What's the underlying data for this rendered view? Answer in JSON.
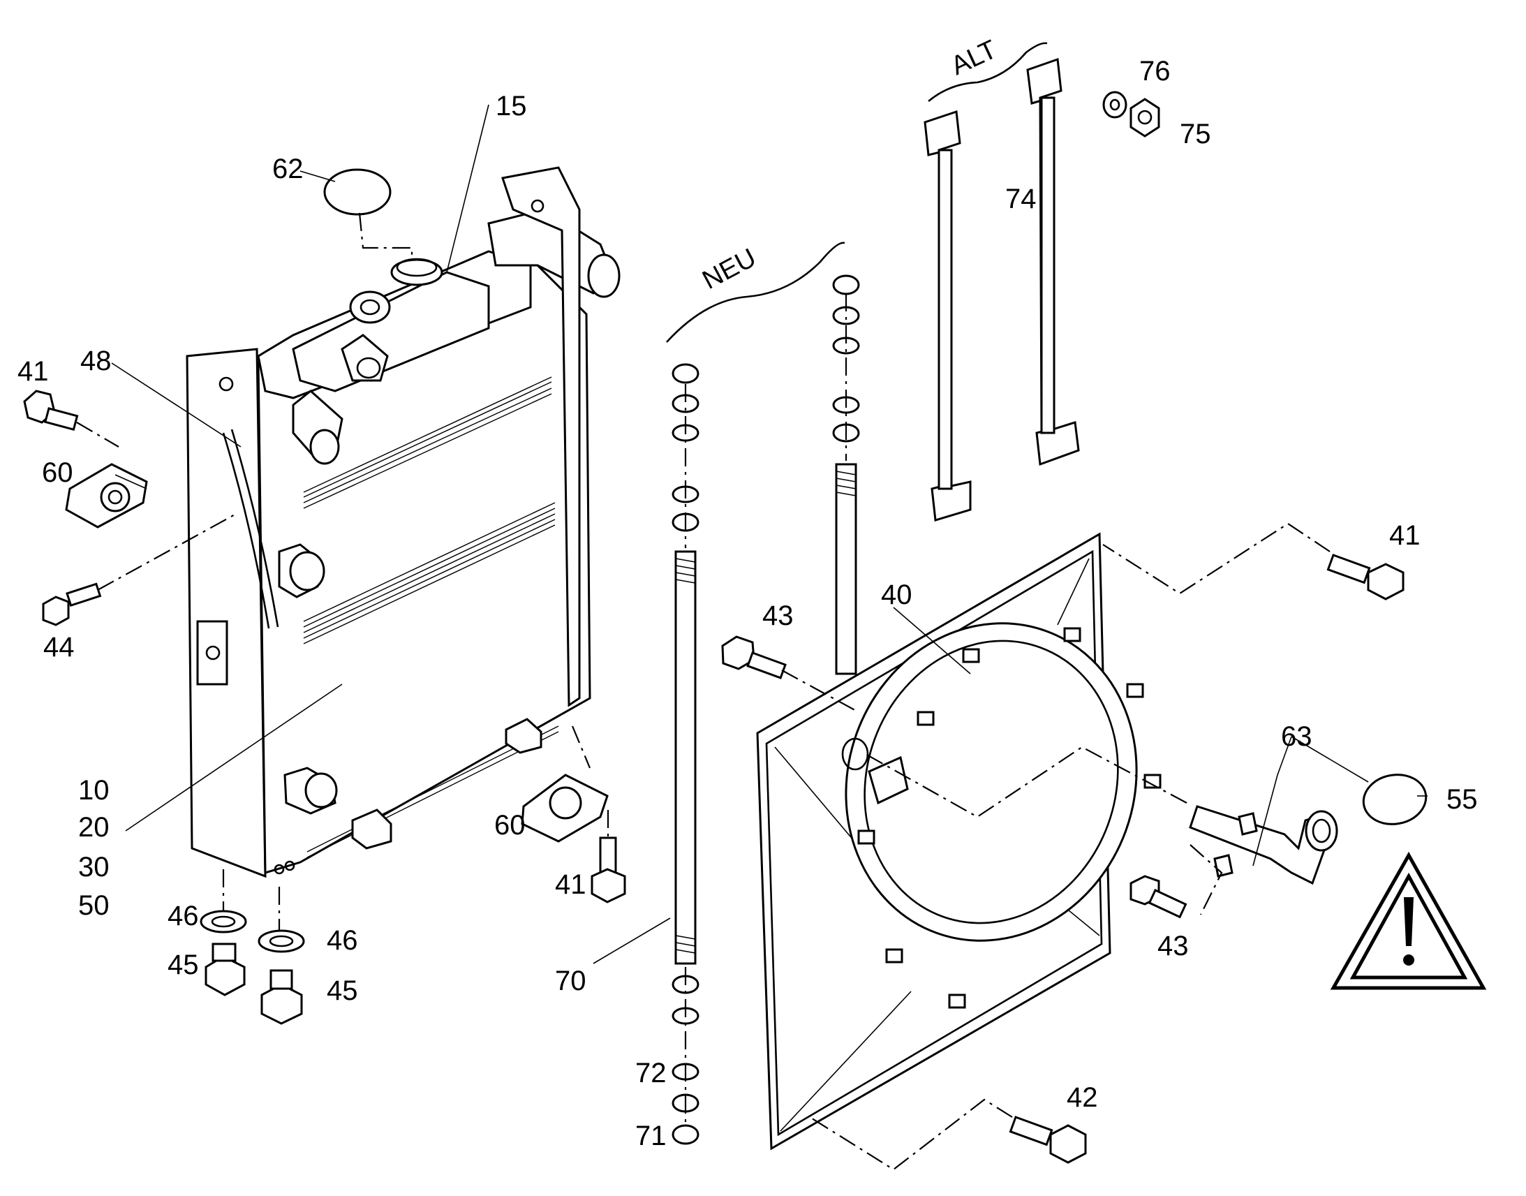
{
  "labels": {
    "neu": "NEU",
    "alt": "ALT"
  },
  "callouts": {
    "c15": "15",
    "c62": "62",
    "c41a": "41",
    "c48": "48",
    "c60a": "60",
    "c44": "44",
    "c10": "10",
    "c20": "20",
    "c30": "30",
    "c50": "50",
    "c46a": "46",
    "c45a": "45",
    "c46b": "46",
    "c45b": "45",
    "c60b": "60",
    "c41b": "41",
    "c70": "70",
    "c72": "72",
    "c71": "71",
    "c43a": "43",
    "c40": "40",
    "c43b": "43",
    "c63": "63",
    "c55": "55",
    "c41c": "41",
    "c42": "42",
    "c74": "74",
    "c76": "76",
    "c75": "75"
  },
  "icons": {
    "warning": "warning-triangle-icon"
  },
  "colors": {
    "line": "#000000",
    "background": "#ffffff"
  }
}
